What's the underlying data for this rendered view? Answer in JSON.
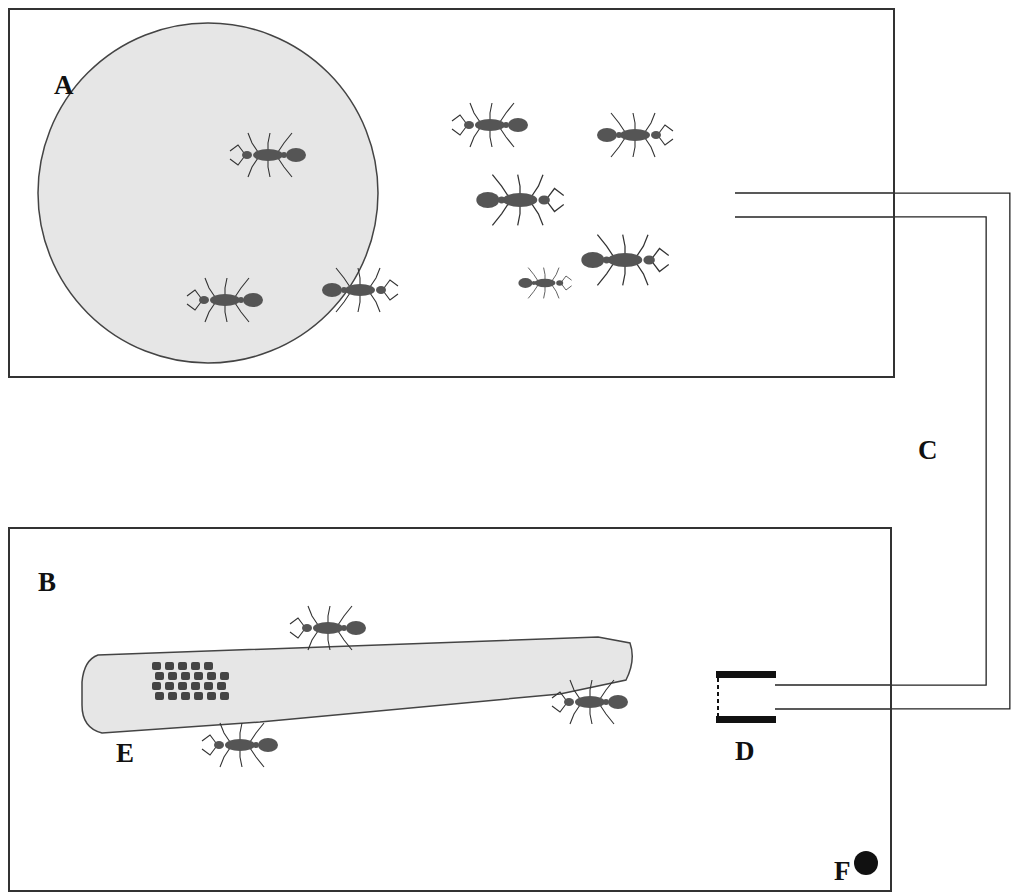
{
  "diagram": {
    "nodes": [
      {
        "text": [
          "A"
        ]
      },
      {
        "text": [
          "B"
        ]
      }
    ],
    "edges": [
      {
        "from": 0,
        "to": 1,
        "arrow": "none",
        "label": "C"
      }
    ],
    "labels": [
      "D",
      "E",
      "F"
    ]
  }
}
